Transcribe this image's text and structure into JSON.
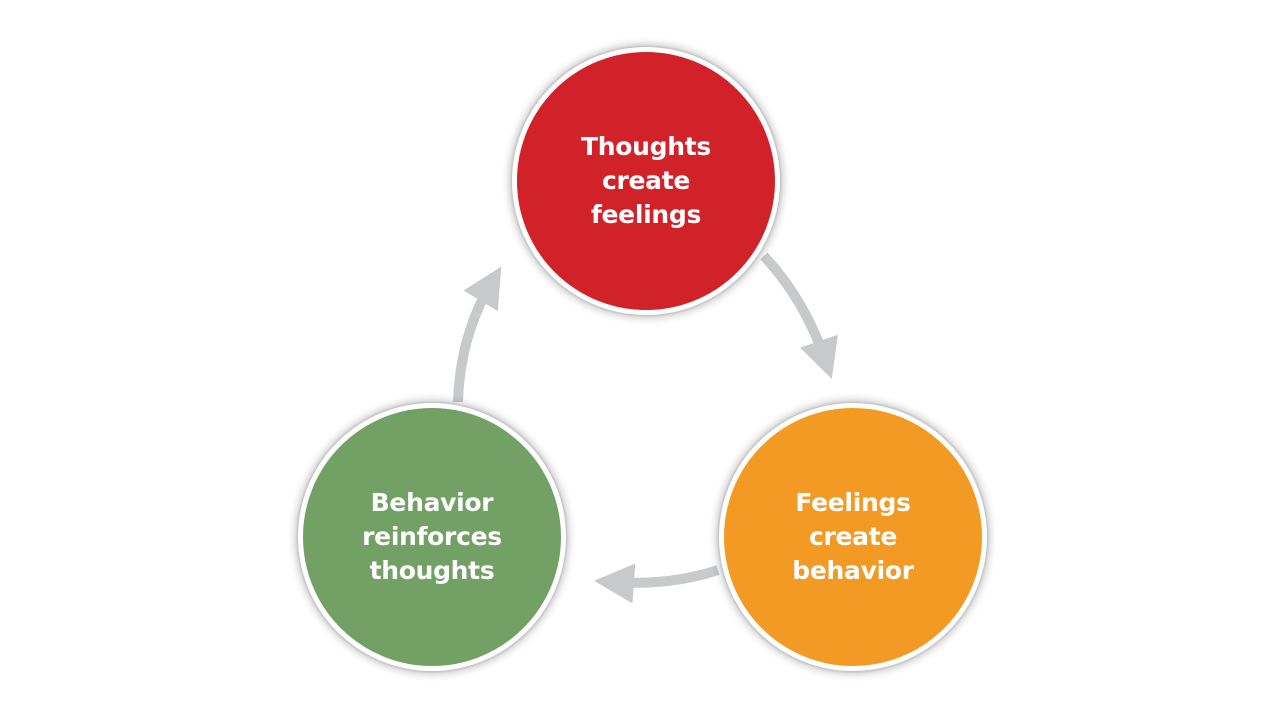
{
  "diagram": {
    "type": "cycle",
    "nodes": [
      {
        "id": "thoughts",
        "label": "Thoughts\ncreate\nfeelings",
        "color": "#d12229"
      },
      {
        "id": "feelings",
        "label": "Feelings\ncreate\nbehavior",
        "color": "#f29a24"
      },
      {
        "id": "behavior",
        "label": "Behavior\nreinforces\nthoughts",
        "color": "#73a064"
      }
    ],
    "edges": [
      {
        "from": "thoughts",
        "to": "feelings"
      },
      {
        "from": "feelings",
        "to": "behavior"
      },
      {
        "from": "behavior",
        "to": "thoughts"
      }
    ],
    "arrow_color": "#c8c9cb"
  }
}
